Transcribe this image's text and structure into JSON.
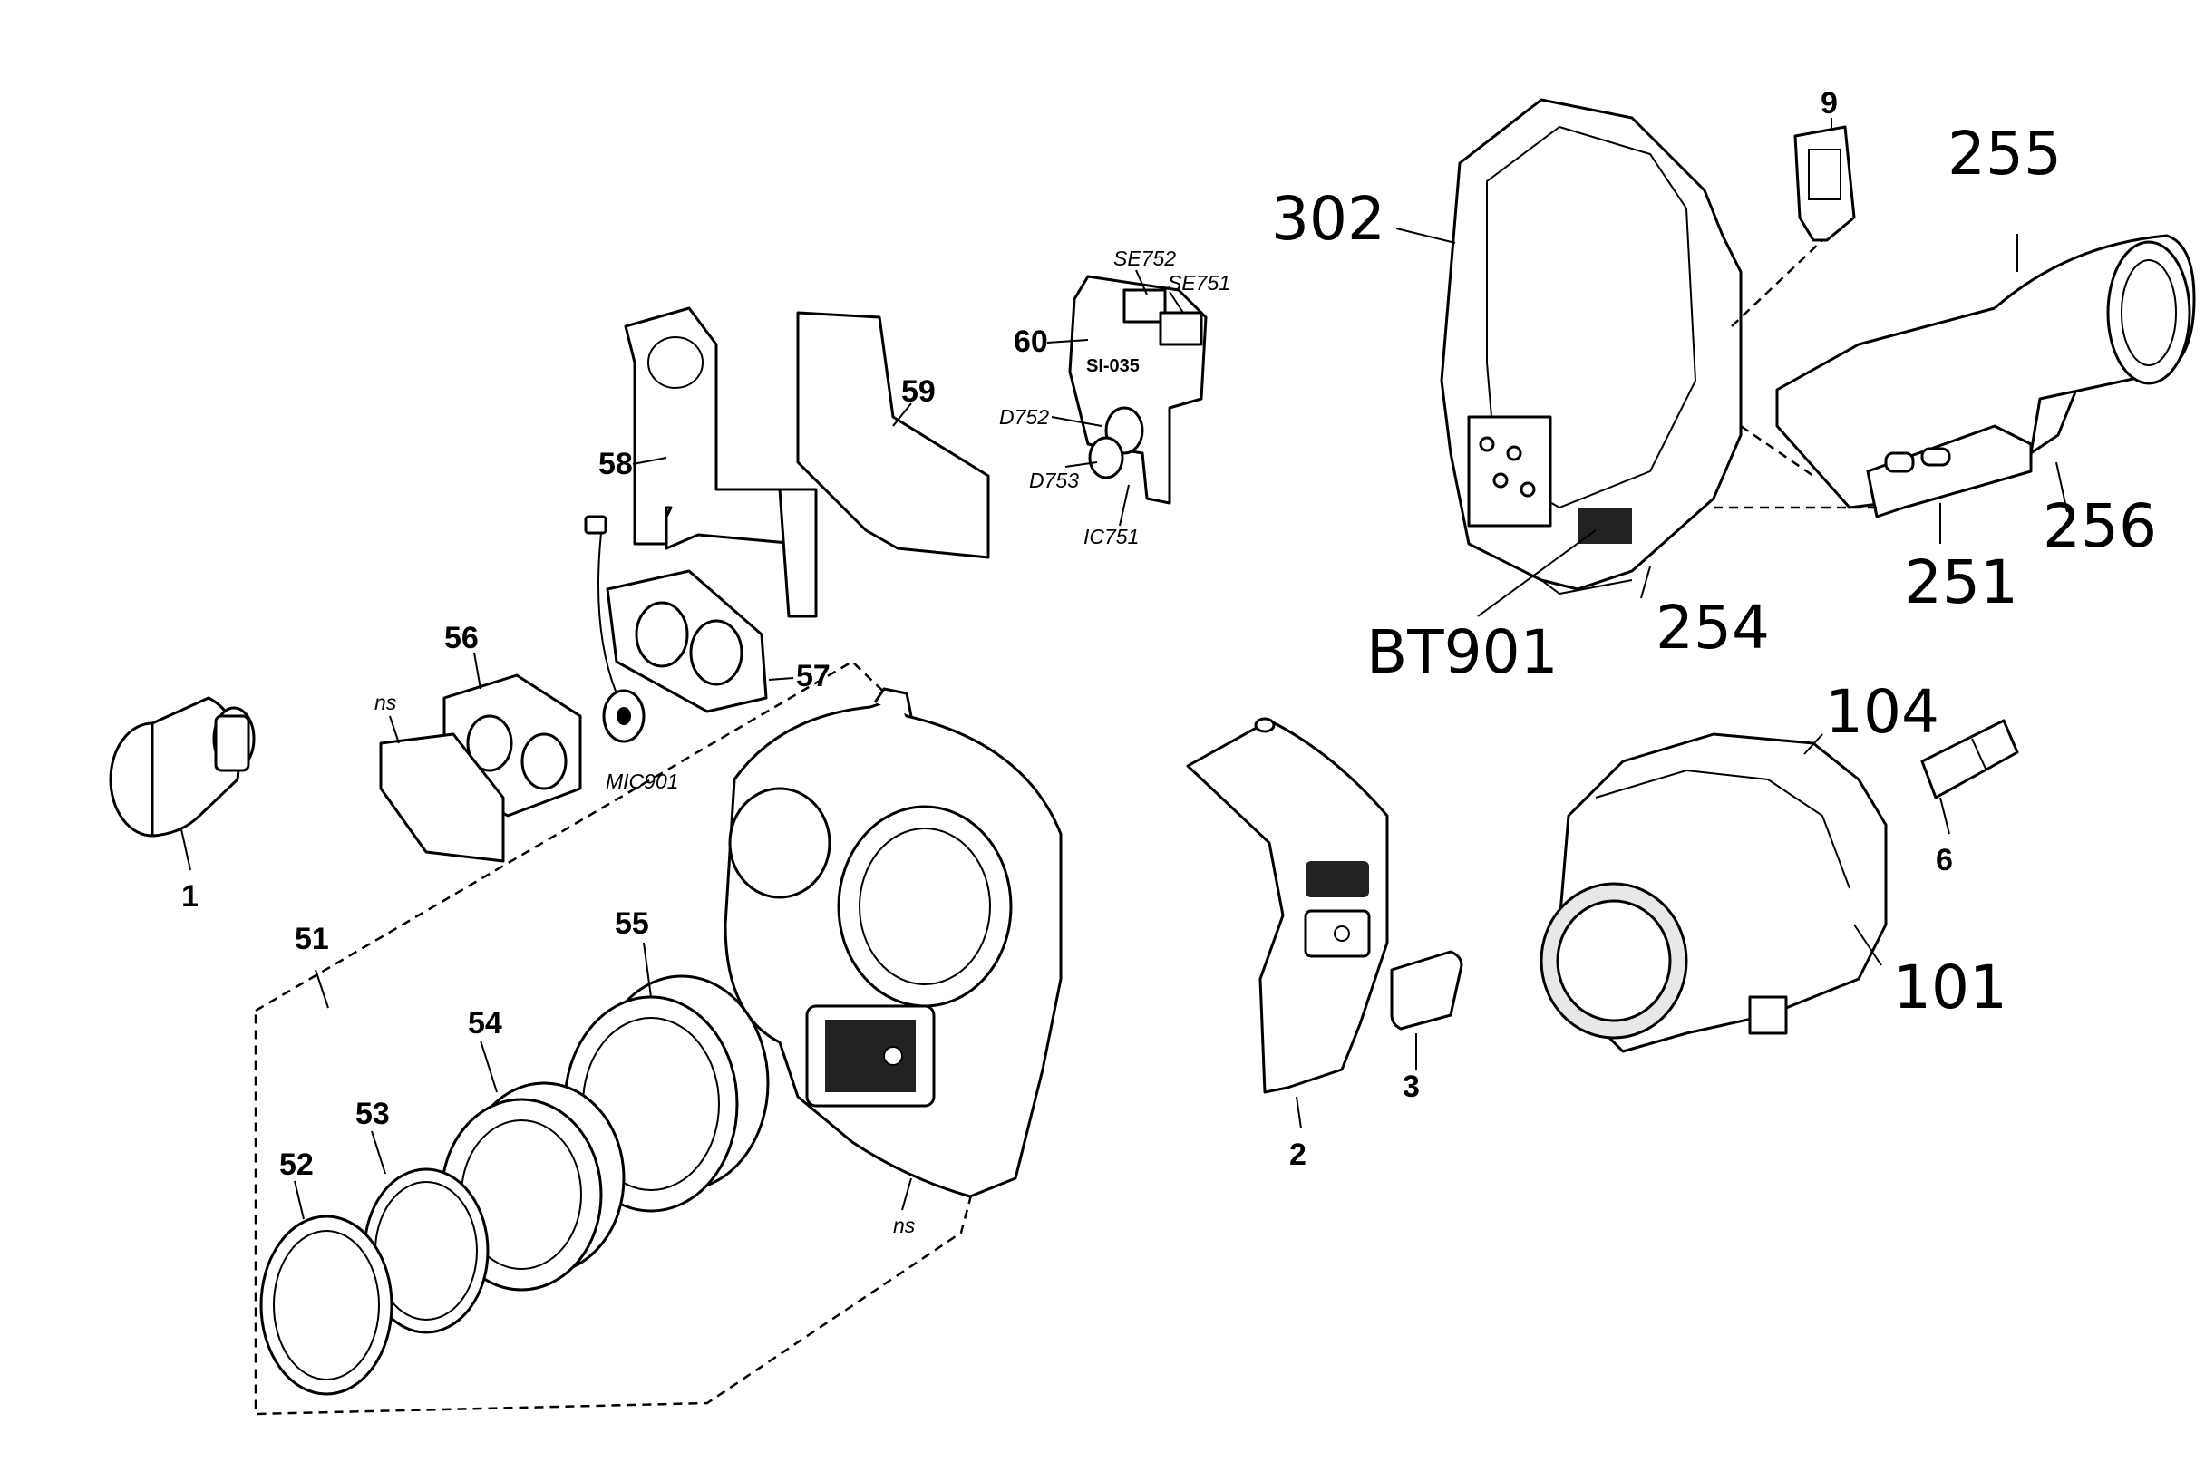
{
  "labels": {
    "1": "1",
    "2": "2",
    "3": "3",
    "6": "6",
    "9": "9",
    "51": "51",
    "52": "52",
    "53": "53",
    "54": "54",
    "55": "55",
    "56": "56",
    "57": "57",
    "58": "58",
    "59": "59",
    "60": "60",
    "ns_a": "ns",
    "ns_b": "ns",
    "mic901": "MIC901",
    "d752": "D752",
    "d753": "D753",
    "ic751": "IC751",
    "se752": "SE752",
    "se751": "SE751",
    "302": "302",
    "255": "255",
    "256": "256",
    "251": "251",
    "254": "254",
    "bt901": "BT901",
    "104": "104",
    "101": "101"
  },
  "board_marking": "SI-035"
}
